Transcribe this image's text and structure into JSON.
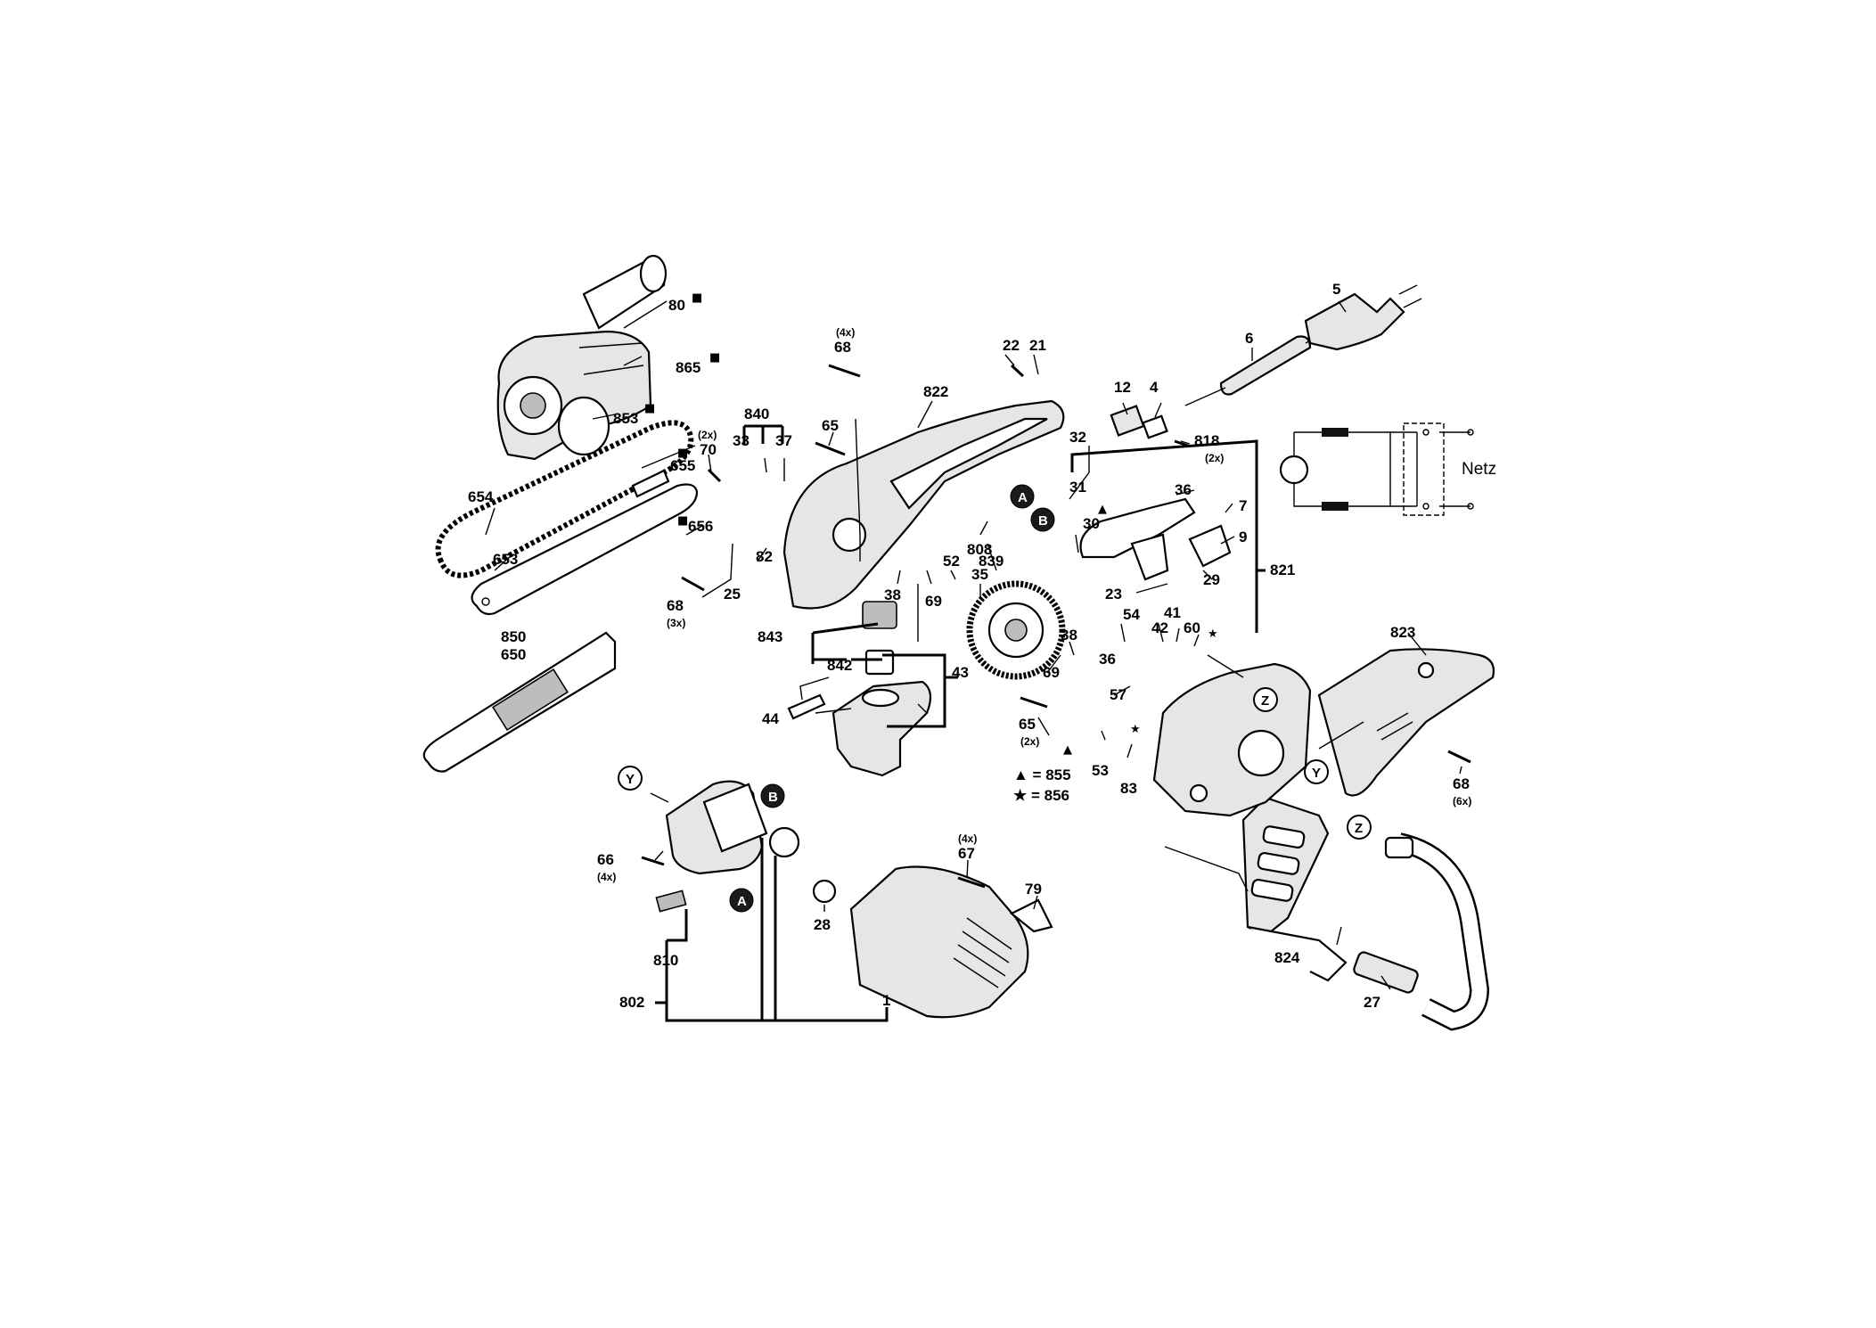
{
  "labels": {
    "l80": "80",
    "l865": "865",
    "l853": "853",
    "l655": "655",
    "l654": "654",
    "l656": "656",
    "l653": "653",
    "l850": "850",
    "l650": "650",
    "l70": "70",
    "l68a": "68",
    "l68b": "68",
    "l68c": "68",
    "l33": "33",
    "l840": "840",
    "l37": "37",
    "l65a": "65",
    "l65b": "65",
    "l82": "82",
    "l25": "25",
    "l822": "822",
    "l22": "22",
    "l21": "21",
    "l38a": "38",
    "l38b": "38",
    "l52": "52",
    "l69a": "69",
    "l69b": "69",
    "l35": "35",
    "l839": "839",
    "l808": "808",
    "l843": "843",
    "l842": "842",
    "l43": "43",
    "l44": "44",
    "l12": "12",
    "l4": "4",
    "l818": "818",
    "l6": "6",
    "l5": "5",
    "l32": "32",
    "l31": "31",
    "l30": "30",
    "l36a": "36",
    "l36b": "36",
    "l7": "7",
    "l9": "9",
    "l23": "23",
    "l29": "29",
    "l821": "821",
    "l54": "54",
    "l42": "42",
    "l41": "41",
    "l60": "60",
    "l57": "57",
    "l53": "53",
    "l83": "83",
    "l823": "823",
    "l66": "66",
    "l67": "67",
    "l79": "79",
    "l28": "28",
    "l810": "810",
    "l802": "802",
    "l1": "1",
    "l824": "824",
    "l27": "27"
  },
  "quantities": {
    "q68a": "(4x)",
    "q70": "(2x)",
    "q818": "(2x)",
    "q68b": "(3x)",
    "q65b": "(2x)",
    "q68c": "(6x)",
    "q66": "(4x)",
    "q67": "(4x)"
  },
  "markers": {
    "square": "■",
    "triangle": "▲",
    "star": "★"
  },
  "badges": {
    "a": "A",
    "b": "B",
    "y": "Y",
    "z": "Z"
  },
  "circuit": {
    "netz": "Netz"
  },
  "legend": {
    "triangle_part": "▲ = 855",
    "star_part": "★ = 856"
  }
}
